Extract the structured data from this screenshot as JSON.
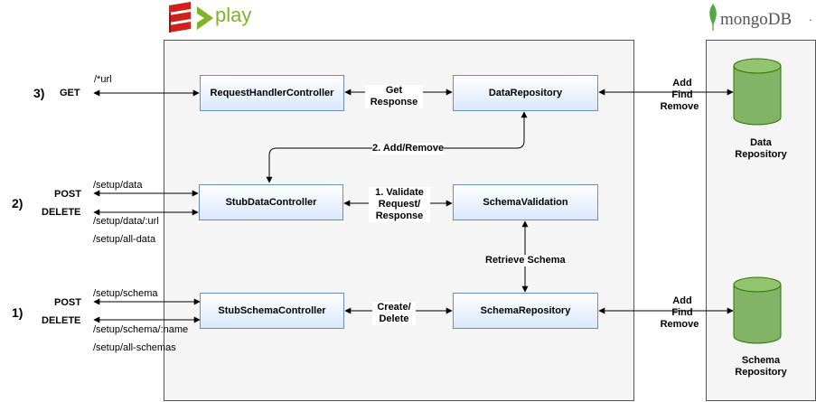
{
  "logos": {
    "play": "play",
    "mongo": "mongoDB",
    "mongo_mark": "."
  },
  "icons": [
    "scala-logo-icon",
    "play-chevron-icon",
    "mongo-leaf-icon",
    "database-cylinder-icon"
  ],
  "colors": {
    "node_border": "#6c8ebf",
    "node_fill": "#dae8fc",
    "db_fill": "#82b366",
    "db_border": "#2d7600",
    "scala_red": "#d0201c",
    "play_green": "#7fb32a",
    "mongo_green": "#4faa41"
  },
  "nodes": {
    "request_handler": "RequestHandlerController",
    "data_repository": "DataRepository",
    "stub_data": "StubDataController",
    "schema_validation": "SchemaValidation",
    "stub_schema": "StubSchemaController",
    "schema_repository": "SchemaRepository"
  },
  "groups": {
    "g3": {
      "number": "3)",
      "method": "GET",
      "route": "/*url"
    },
    "g2": {
      "number": "2)",
      "methods": [
        "POST",
        "DELETE"
      ],
      "routes": [
        "/setup/data",
        "/setup/data/:url",
        "/setup/all-data"
      ]
    },
    "g1": {
      "number": "1)",
      "methods": [
        "POST",
        "DELETE"
      ],
      "routes": [
        "/setup/schema",
        "/setup/schema/:name",
        "/setup/all-schemas"
      ]
    }
  },
  "edges": {
    "get_response": [
      "Get",
      "Response"
    ],
    "add_remove": "2. Add/Remove",
    "validate": [
      "1. Validate",
      "Request/",
      "Response"
    ],
    "retrieve_schema": "Retrieve Schema",
    "create_delete": [
      "Create/",
      "Delete"
    ],
    "data_db_ops": [
      "Add",
      "Find",
      "Remove"
    ],
    "schema_db_ops": [
      "Add",
      "Find",
      "Remove"
    ]
  },
  "databases": {
    "data": [
      "Data",
      "Repository"
    ],
    "schema": [
      "Schema",
      "Repository"
    ]
  }
}
